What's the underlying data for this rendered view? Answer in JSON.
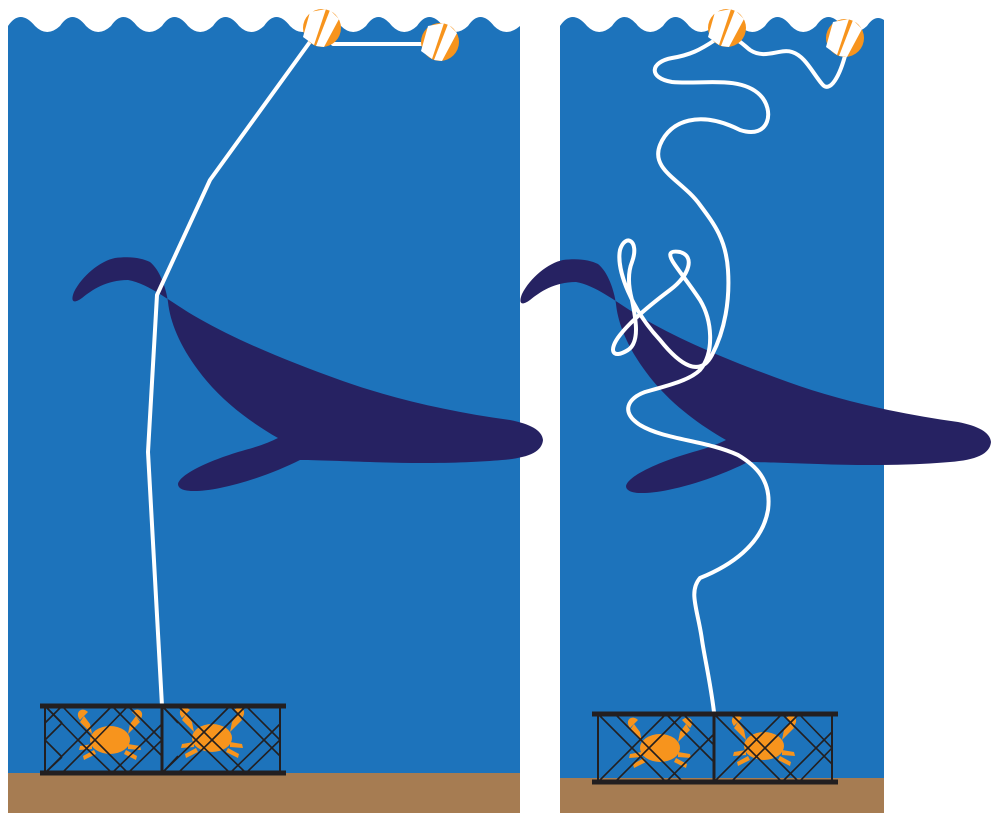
{
  "figure": {
    "panels": [
      {
        "id": "left",
        "line_state": "taut"
      },
      {
        "id": "right",
        "line_state": "slack-entangled"
      }
    ],
    "colors": {
      "background": "#ffffff",
      "water": "#1d73bb",
      "seafloor": "#a67c52",
      "whale": "#262262",
      "line": "#ffffff",
      "buoy_orange": "#f7941d",
      "buoy_stripe": "#ffffff",
      "crab": "#f7941d",
      "trap_frame": "#231f20"
    },
    "icons": [
      "wave-surface",
      "buoy-icon",
      "whale-icon",
      "crab-trap-icon",
      "crab-icon"
    ]
  }
}
